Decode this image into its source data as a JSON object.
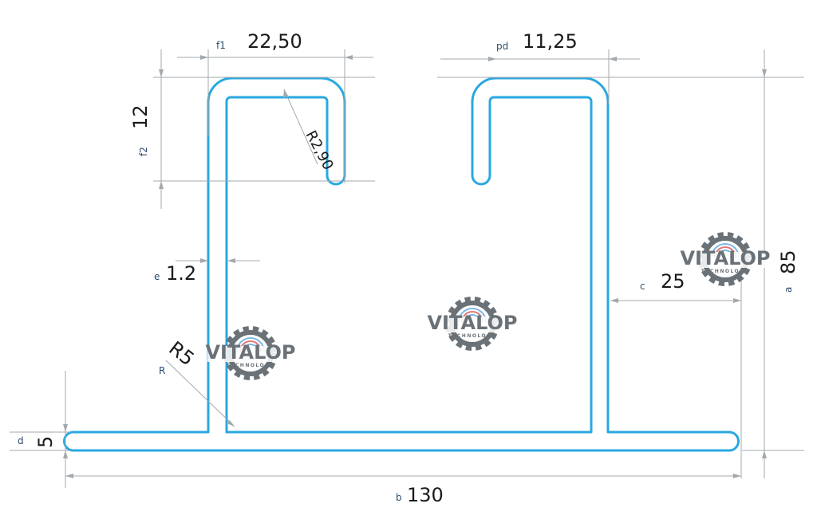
{
  "dimensions": {
    "f1": {
      "symbol": "f1",
      "value": "22,50"
    },
    "pd": {
      "symbol": "pd",
      "value": "11,25"
    },
    "f2": {
      "symbol": "f2",
      "value": "12"
    },
    "radius_small": {
      "value": "R2,90"
    },
    "e": {
      "symbol": "e",
      "value": "1.2"
    },
    "c": {
      "symbol": "c",
      "value": "25"
    },
    "a": {
      "symbol": "a",
      "value": "85"
    },
    "r": {
      "symbol": "R",
      "value": "R5"
    },
    "d": {
      "symbol": "d",
      "value": "5"
    },
    "b": {
      "symbol": "b",
      "value": "130"
    }
  },
  "watermark": {
    "name": "VITALOP",
    "tagline": "TECHNOLOGY"
  },
  "colors": {
    "profile": "#29a8e0",
    "dimension_lines": "#a3a8ad",
    "logo_gray": "#6a7278",
    "logo_red": "#e07a7a",
    "logo_blue": "#7ab8e6"
  }
}
